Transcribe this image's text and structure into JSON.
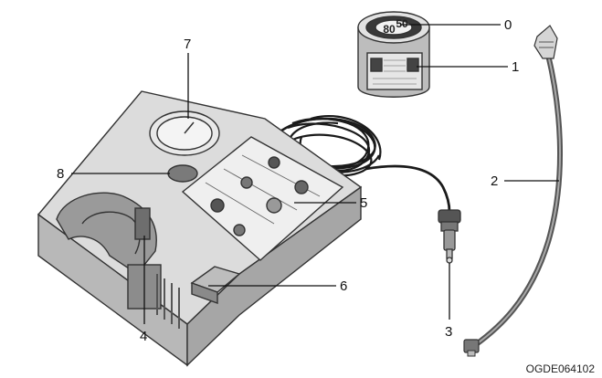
{
  "callouts": [
    {
      "id": "0",
      "label": "0"
    },
    {
      "id": "1",
      "label": "1"
    },
    {
      "id": "2",
      "label": "2"
    },
    {
      "id": "3",
      "label": "3"
    },
    {
      "id": "4",
      "label": "4"
    },
    {
      "id": "5",
      "label": "5"
    },
    {
      "id": "6",
      "label": "6"
    },
    {
      "id": "7",
      "label": "7"
    },
    {
      "id": "8",
      "label": "8"
    }
  ],
  "bottle_label": {
    "big": "80",
    "small": "50"
  },
  "image_code": "OGDE064102",
  "colors": {
    "body_light": "#d9d9d9",
    "body_mid": "#b9b9b9",
    "body_dark": "#8e8e8e",
    "outline": "#333333",
    "cable": "#1a1a1a",
    "line": "#111111"
  }
}
